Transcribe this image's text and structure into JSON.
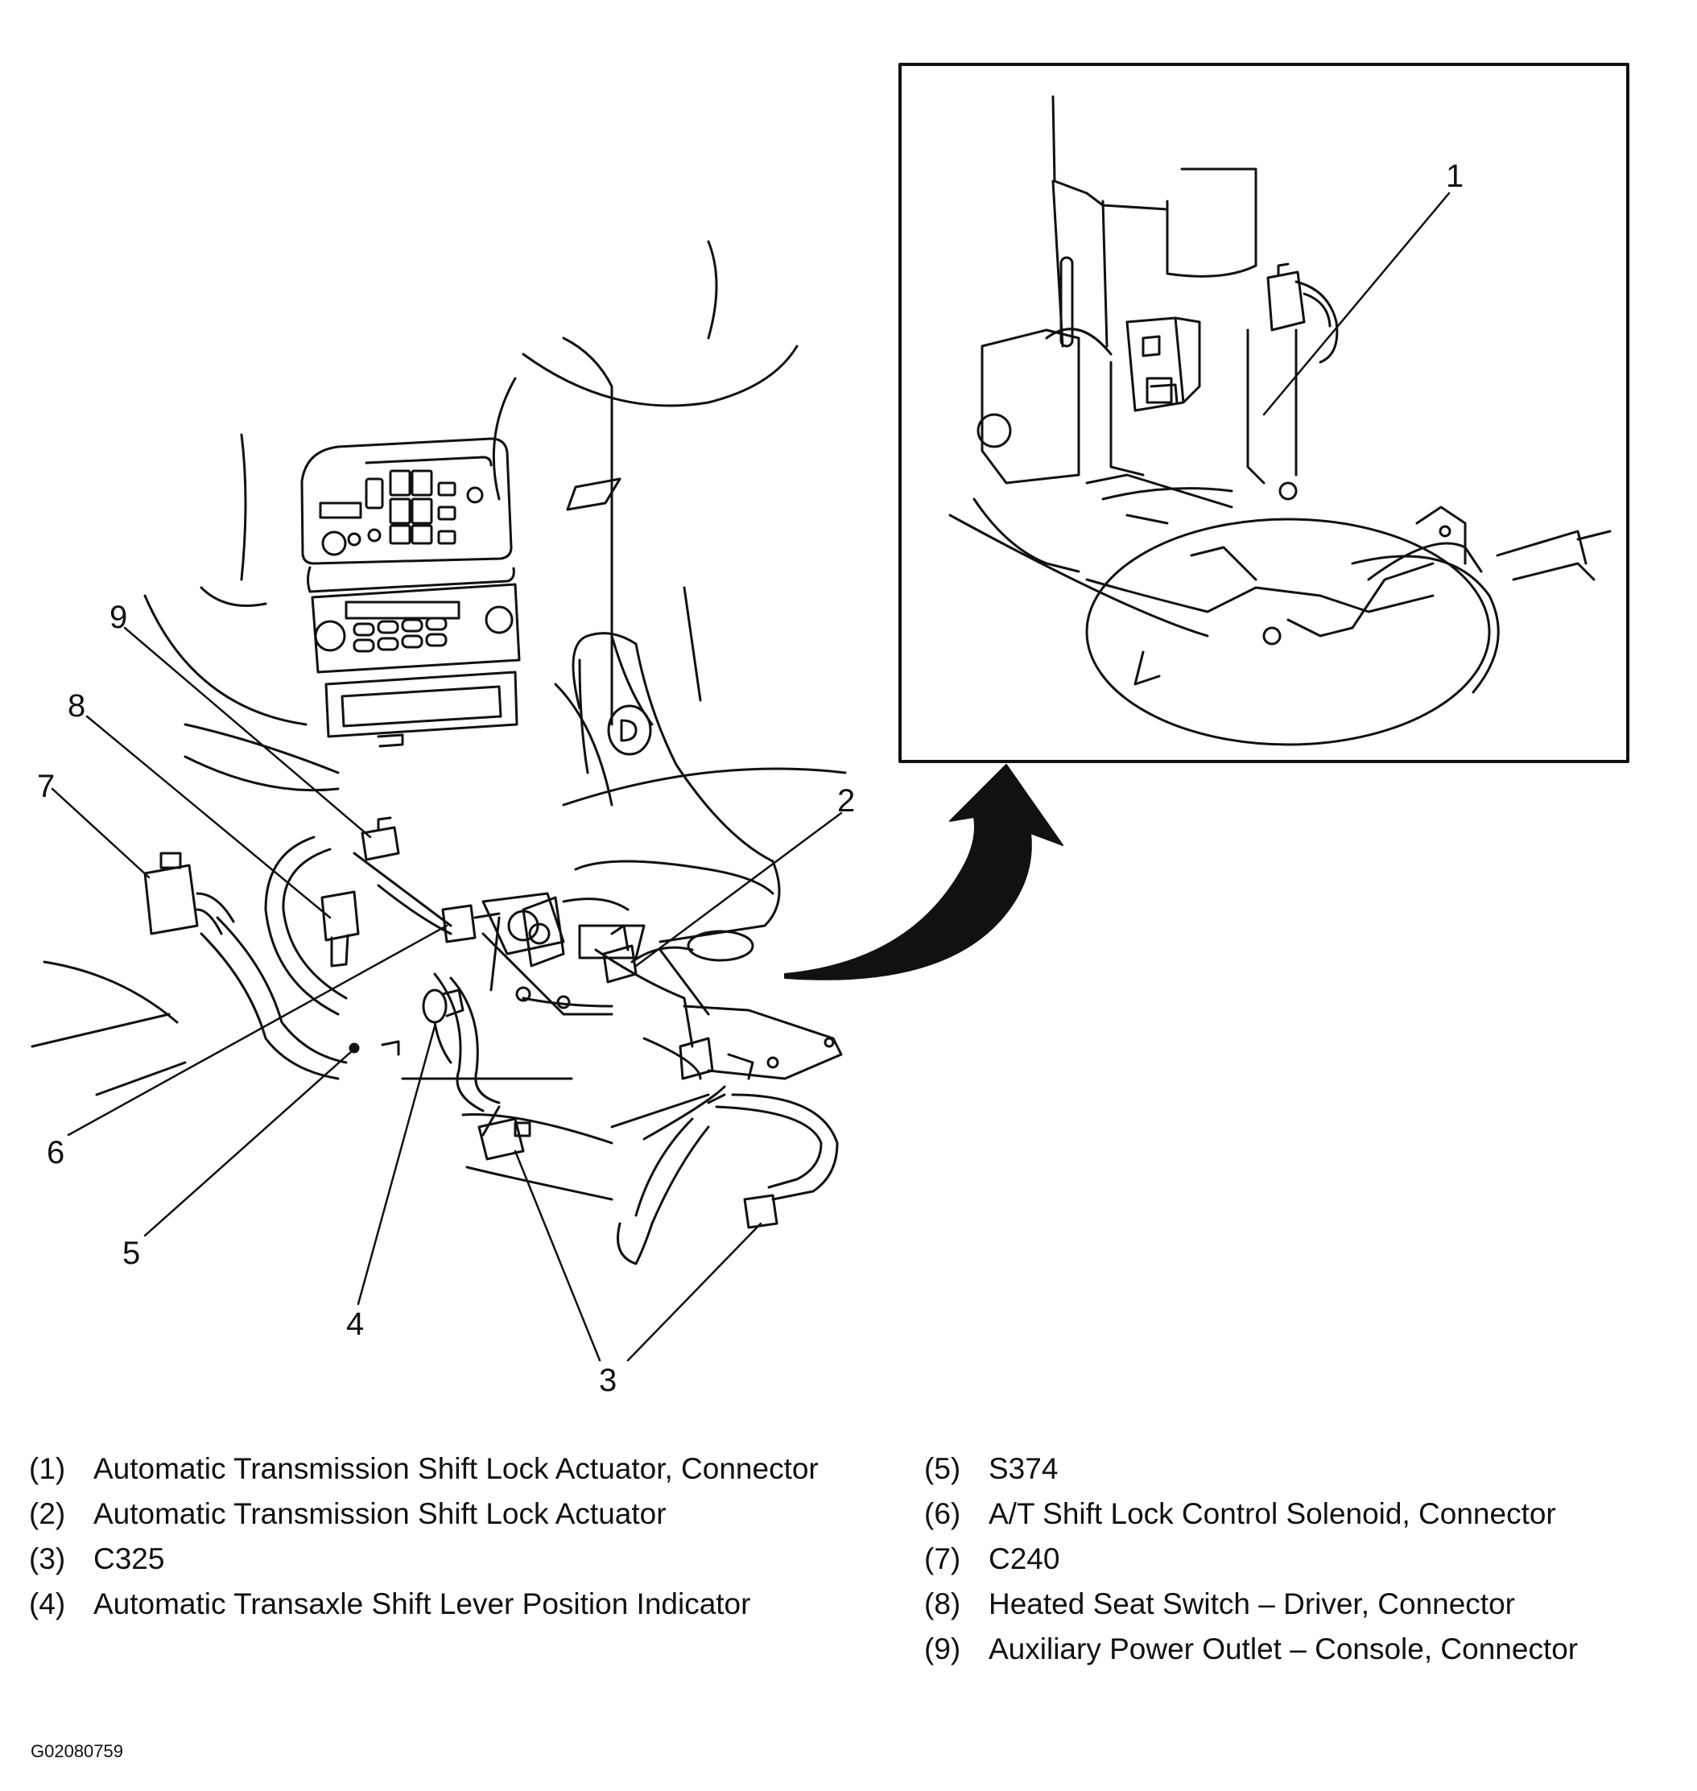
{
  "callouts": {
    "c1": "1",
    "c2": "2",
    "c3": "3",
    "c4": "4",
    "c5": "5",
    "c6": "6",
    "c7": "7",
    "c8": "8",
    "c9": "9"
  },
  "legend": {
    "left": [
      {
        "num": "(1)",
        "text": "Automatic Transmission Shift Lock Actuator, Connector"
      },
      {
        "num": "(2)",
        "text": "Automatic Transmission Shift Lock Actuator"
      },
      {
        "num": "(3)",
        "text": "C325"
      },
      {
        "num": "(4)",
        "text": "Automatic Transaxle Shift Lever Position Indicator"
      }
    ],
    "right": [
      {
        "num": "(5)",
        "text": "S374"
      },
      {
        "num": "(6)",
        "text": "A/T Shift Lock Control Solenoid, Connector"
      },
      {
        "num": "(7)",
        "text": "C240"
      },
      {
        "num": "(8)",
        "text": "Heated Seat Switch – Driver, Connector"
      },
      {
        "num": "(9)",
        "text": "Auxiliary Power Outlet – Console, Connector"
      }
    ]
  },
  "figure_code": "G02080759"
}
